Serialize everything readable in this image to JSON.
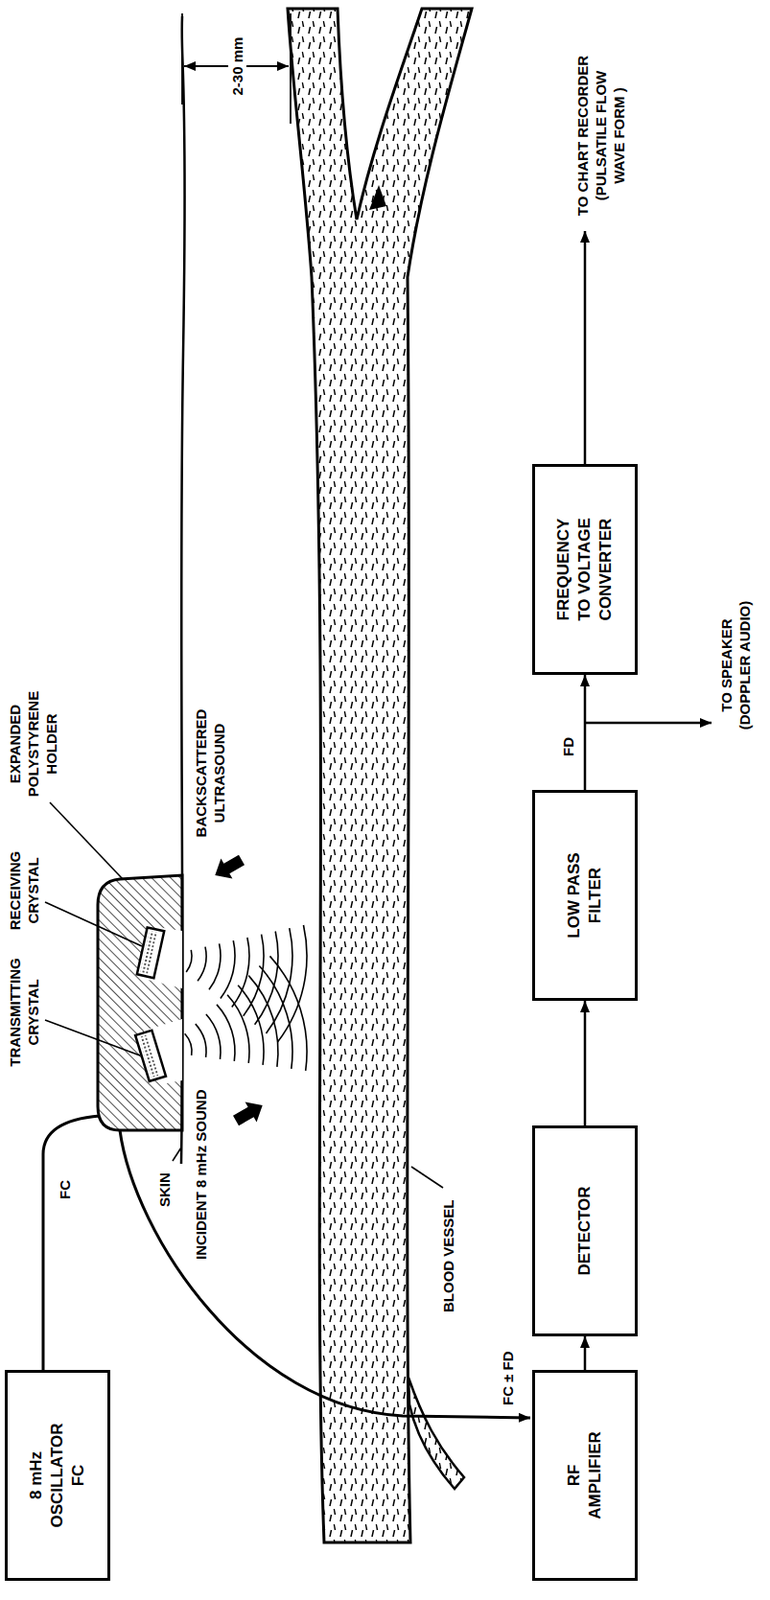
{
  "diagram": {
    "nodes": [
      {
        "text": [
          "8 mHz OSCILLATOR",
          "FC"
        ]
      },
      {
        "text": [
          "RF AMPLIFIER"
        ]
      },
      {
        "text": [
          "DETECTOR"
        ]
      },
      {
        "text": [
          "LOW PASS FILTER"
        ]
      },
      {
        "text": [
          "FREQUENCY TO VOLTAGE CONVERTER"
        ]
      }
    ],
    "edges": [
      {
        "from": 1,
        "to": 2,
        "arrow": "to"
      },
      {
        "from": 2,
        "to": 3,
        "arrow": "to"
      },
      {
        "from": 3,
        "to": 4,
        "label": "FD",
        "arrow": "to"
      }
    ],
    "labels": [
      "TRANSMITTING CRYSTAL",
      "RECEIVING CRYSTAL",
      "EXPANDED POLYSTYRENE HOLDER",
      "FC",
      "SKIN",
      "INCIDENT 8 mHz SOUND",
      "BACKSCATTERED ULTRASOUND",
      "2-30 mm",
      "BLOOD VESSEL",
      "FC ± FD",
      "TO CHART RECORDER (PULSATILE FLOW WAVE FORM )",
      "TO SPEAKER (DOPPLER AUDIO)"
    ]
  }
}
